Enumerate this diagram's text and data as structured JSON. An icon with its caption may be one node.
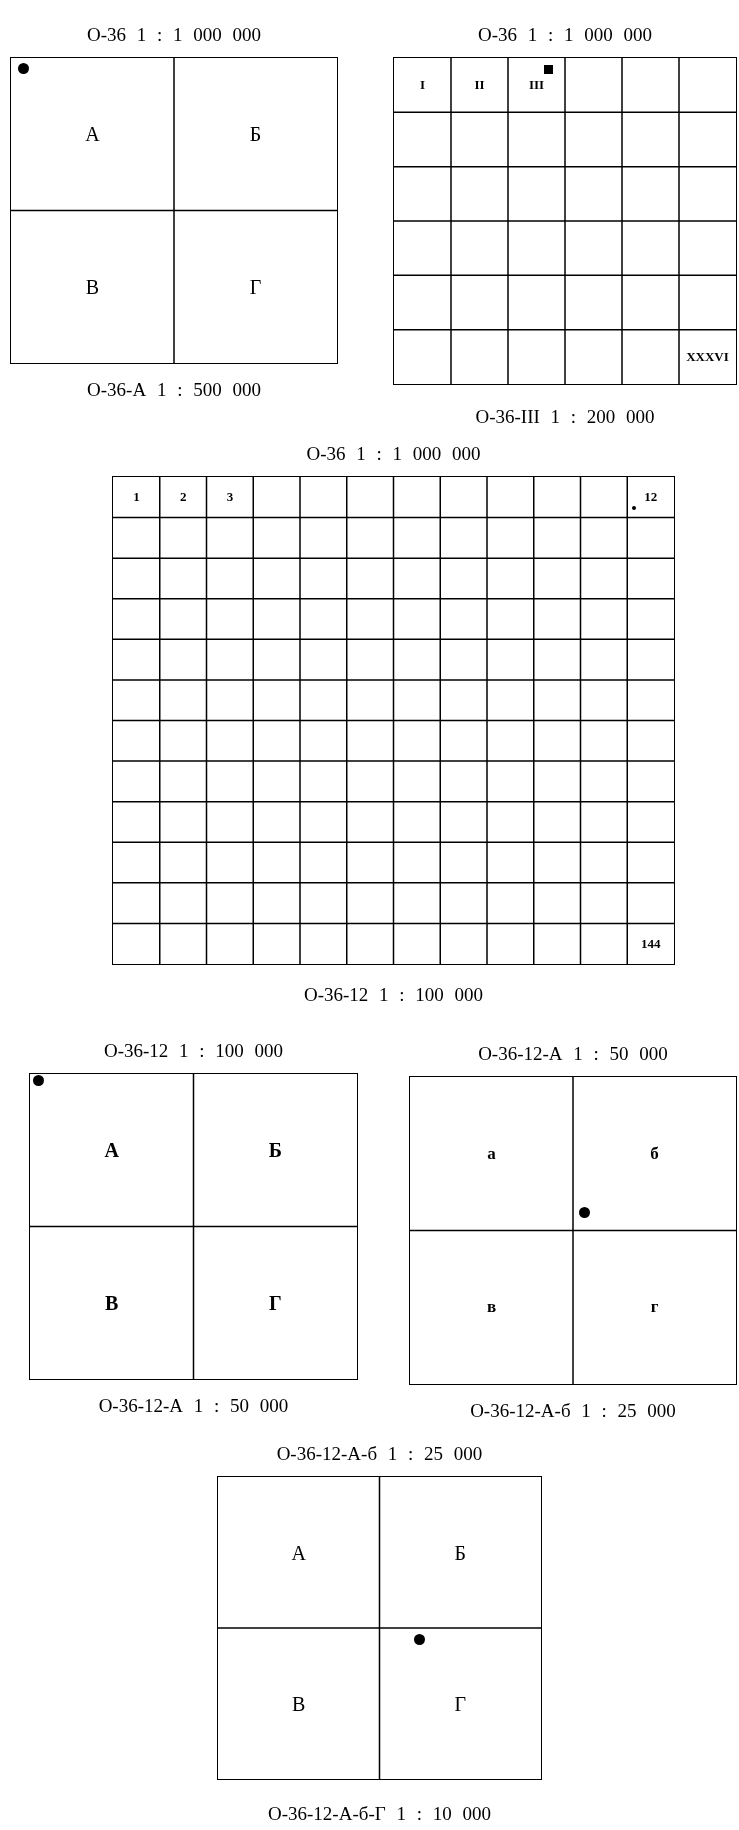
{
  "diagram": {
    "nodes": [
      {
        "text": [
          "О-36 1 : 1 000 000",
          "А",
          "Б",
          "В",
          "Г"
        ],
        "beside": [
          "О-36-А 1 : 500 000"
        ]
      },
      {
        "text": [
          "О-36 1 : 1 000 000",
          "I",
          "II",
          "III",
          "XXXVI"
        ],
        "beside": [
          "О-36-III 1 : 200 000"
        ]
      },
      {
        "text": [
          "О-36 1 : 1 000 000",
          "1",
          "2",
          "3",
          "12",
          "144"
        ],
        "beside": [
          "О-36-12 1 : 100 000"
        ]
      },
      {
        "text": [
          "О-36-12 1 : 100 000",
          "А",
          "Б",
          "В",
          "Г"
        ],
        "beside": [
          "О-36-12-А 1 : 50 000"
        ]
      },
      {
        "text": [
          "О-36-12-А 1 : 50 000",
          "а",
          "б",
          "в",
          "г"
        ],
        "beside": [
          "О-36-12-А-б 1 : 25 000"
        ]
      },
      {
        "text": [
          "О-36-12-А-б 1 : 25 000",
          "А",
          "Б",
          "В",
          "Г"
        ],
        "beside": [
          "О-36-12-А-б-Г 1 : 10 000"
        ]
      }
    ]
  }
}
